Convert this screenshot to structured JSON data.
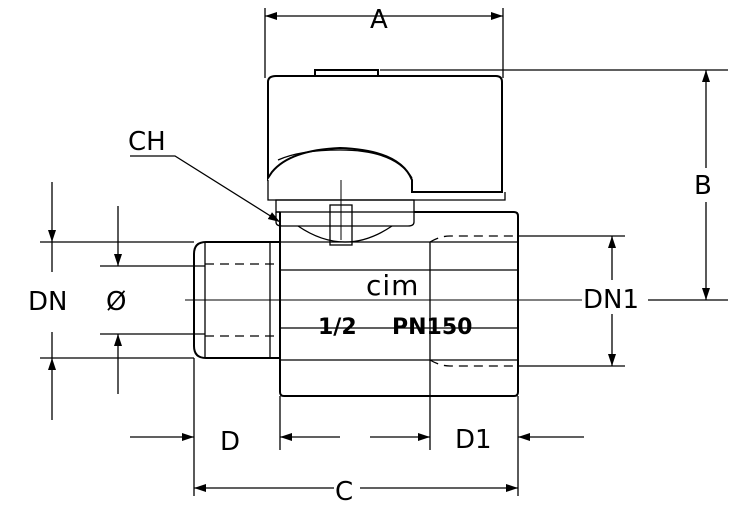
{
  "dimensions": {
    "a": "A",
    "b": "B",
    "c": "C",
    "ch": "CH",
    "d": "D",
    "d1": "D1",
    "dn": "DN",
    "dn1": "DN1",
    "diameter": "Ø"
  },
  "body_marking": {
    "logo": "cim",
    "size": "1/2",
    "pressure": "PN150"
  }
}
